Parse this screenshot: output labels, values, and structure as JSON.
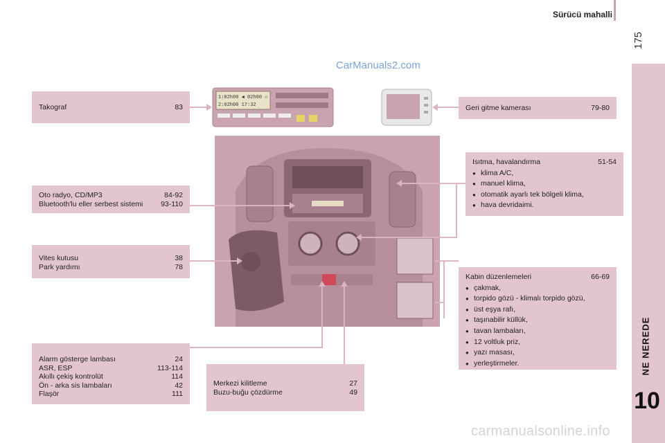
{
  "header": {
    "title": "Sürücü mahalli",
    "page_number": "175"
  },
  "chapter": {
    "label": "NE NEREDE",
    "number": "10"
  },
  "watermark": "CarManuals2.com",
  "footer_watermark": "carmanualsonline.info",
  "boxes": {
    "tachograph": {
      "rows": [
        {
          "label": "Takograf",
          "page": "83"
        }
      ]
    },
    "radio": {
      "rows": [
        {
          "label": "Oto radyo, CD/MP3",
          "page": "84-92"
        },
        {
          "label": "Bluetooth'lu eller serbest sistemi",
          "page": "93-110"
        }
      ]
    },
    "gearbox": {
      "rows": [
        {
          "label": "Vites kutusu",
          "page": "38"
        },
        {
          "label": "Park yardımı",
          "page": "78"
        }
      ]
    },
    "hazard": {
      "rows": [
        {
          "label": "Alarm gösterge lambası",
          "page": "24"
        },
        {
          "label": "ASR, ESP",
          "page": "113-114"
        },
        {
          "label": "Akıllı çekiş kontrolüt",
          "page": "114"
        },
        {
          "label": "Ön - arka sis lambaları",
          "page": "42"
        },
        {
          "label": "Flaşör",
          "page": "111"
        }
      ]
    },
    "locking": {
      "rows": [
        {
          "label": "Merkezi kilitleme",
          "page": "27"
        },
        {
          "label": "Buzu-buğu çözdürme",
          "page": "49"
        }
      ]
    },
    "camera": {
      "rows": [
        {
          "label": "Geri gitme kamerası",
          "page": "79-80"
        }
      ]
    },
    "heating": {
      "rows": [
        {
          "label": "Isıtma, havalandırma",
          "page": "51-54"
        }
      ],
      "bullets": [
        "klima A/C,",
        "manuel klima,",
        "otomatik ayarlı tek bölgeli klima,",
        "hava devridaimi."
      ]
    },
    "cabin": {
      "rows": [
        {
          "label": "Kabin düzenlemeleri",
          "page": "66-69"
        }
      ],
      "bullets": [
        "çakmak,",
        "torpido gözü - klimalı torpido gözü,",
        "üst eşya rafı,",
        "taşınabilir küllük,",
        "tavan lambaları,",
        "12 voltluk priz,",
        "yazı masası,",
        "yerleştirmeler."
      ]
    }
  },
  "tachograph_display": {
    "line1": "1:02h00  ◀ 02h00  ⌂",
    "line2": "2:02h00      17:32"
  },
  "colors": {
    "box_bg": "#e3c6cd",
    "dashboard": "#c9a3ae",
    "connector": "#d9b5bf",
    "hazard_red": "#d24a5a"
  }
}
